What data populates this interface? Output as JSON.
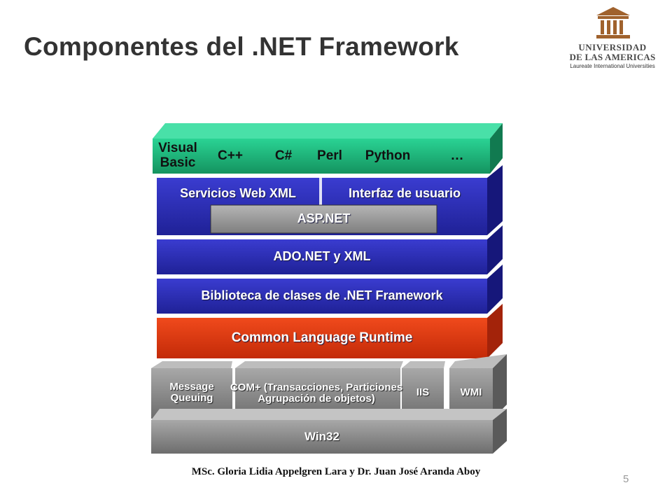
{
  "slide": {
    "title": "Componentes del .NET Framework",
    "footer": "MSc. Gloria Lidia Appelgren Lara y Dr. Juan José Aranda Aboy",
    "page_number": "5"
  },
  "logo": {
    "line1": "UNIVERSIDAD",
    "line2": "DE LAS AMERICAS",
    "line3": "Laureate International Universities",
    "icon": "columns-building-icon",
    "color": "#a0622d"
  },
  "stack": {
    "languages": [
      "Visual Basic",
      "C++",
      "C#",
      "Perl",
      "Python",
      "…"
    ],
    "web_services": "Servicios Web XML",
    "user_interface": "Interfaz de usuario",
    "aspnet": "ASP.NET",
    "adonet": "ADO.NET y XML",
    "class_library": "Biblioteca de clases de .NET Framework",
    "clr": "Common Language Runtime",
    "message_queuing": "Message Queuing",
    "com_plus": "COM+ (Transacciones, Particiones Agrupación de objetos)",
    "iis": "IIS",
    "wmi": "WMI",
    "win32": "Win32"
  },
  "colors": {
    "green": "#1db07a",
    "blue": "#2b2db0",
    "red": "#e23a12",
    "gray": "#8f8f8f",
    "title": "#333333"
  }
}
